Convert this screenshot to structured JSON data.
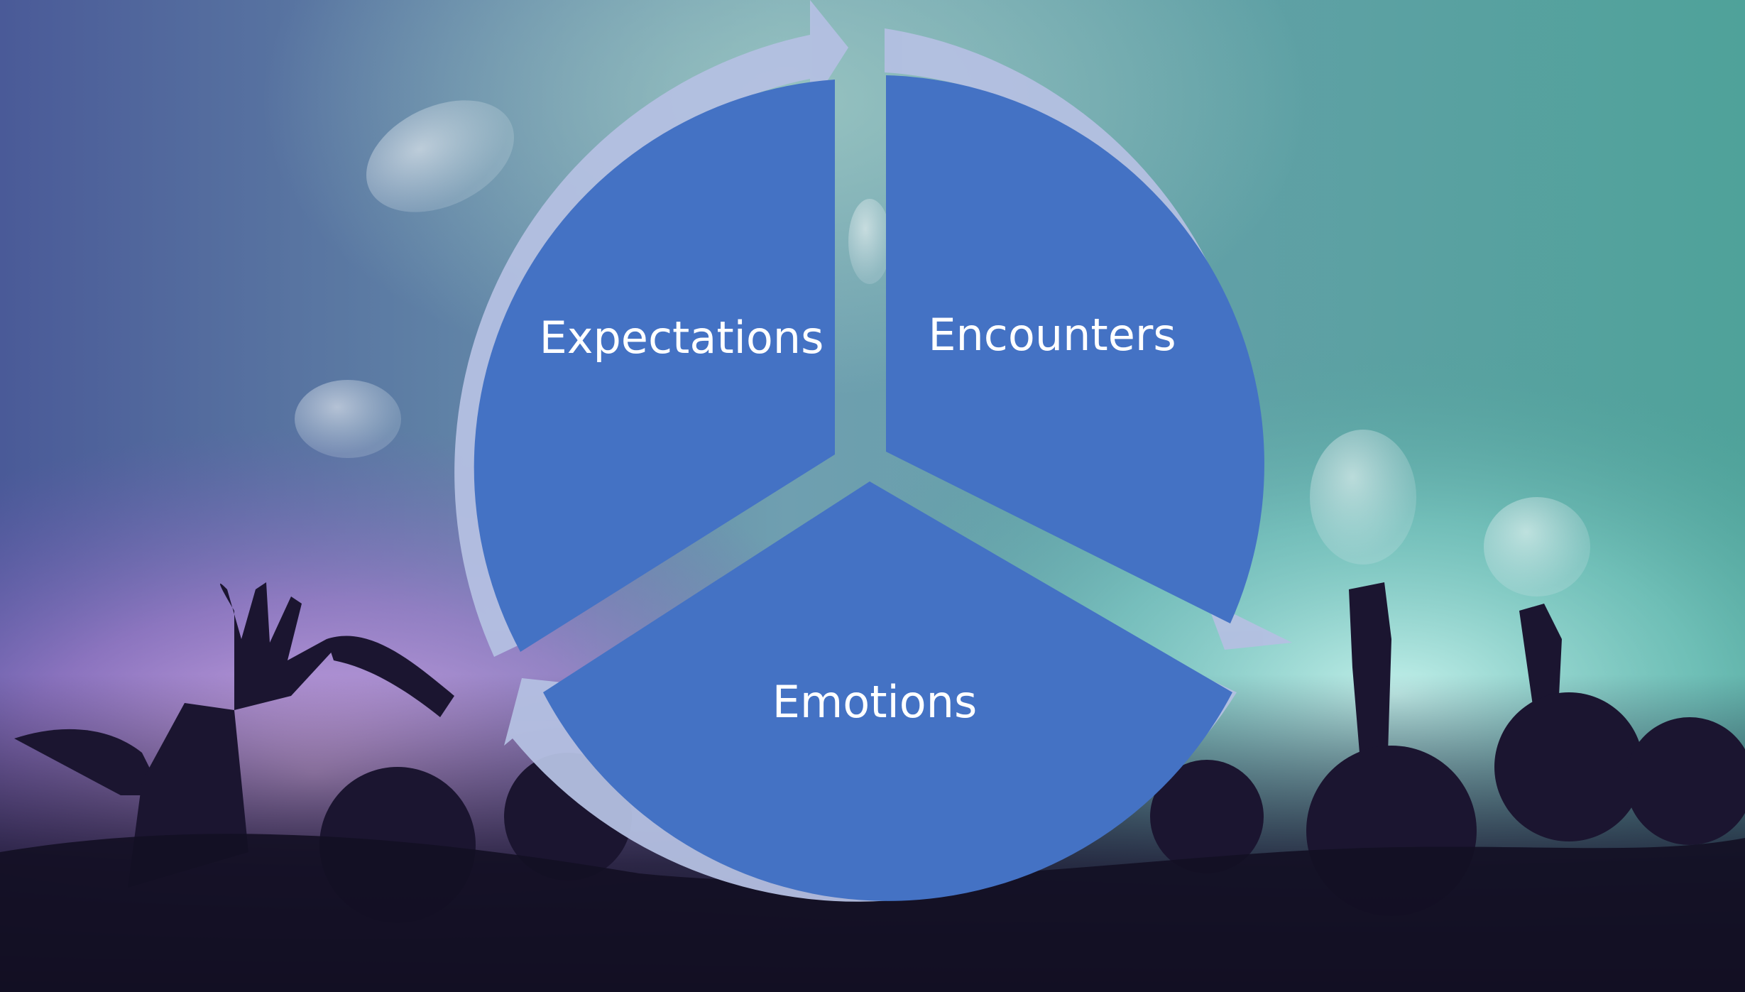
{
  "diagram": {
    "type": "cycle",
    "segments": [
      {
        "label": "Expectations"
      },
      {
        "label": "Encounters"
      },
      {
        "label": "Emotions"
      }
    ]
  },
  "colors": {
    "segment_fill": "#4472C4",
    "ring_fill": "#B4C0E2",
    "label_text": "#FFFFFF",
    "background_top_left": "#4C5C9A",
    "background_top_right": "#5BA8A0",
    "background_left_glow": "#B48AD6",
    "background_right_glow": "#9EE6E0",
    "crowd_silhouette": "#1B1530"
  },
  "background": {
    "description_icon": "concert-crowd-photo"
  }
}
